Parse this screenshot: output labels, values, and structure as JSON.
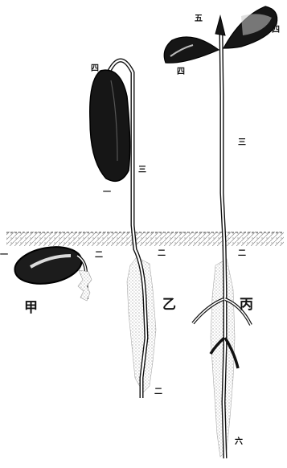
{
  "panels": {
    "left": "甲",
    "middle": "乙",
    "right": "丙"
  },
  "labels": {
    "one": "一",
    "two": "二",
    "three": "三",
    "four": "四",
    "five": "五",
    "six": "六"
  },
  "colors": {
    "ink": "#111111",
    "background": "#ffffff",
    "soil": "#9a9a9a"
  }
}
